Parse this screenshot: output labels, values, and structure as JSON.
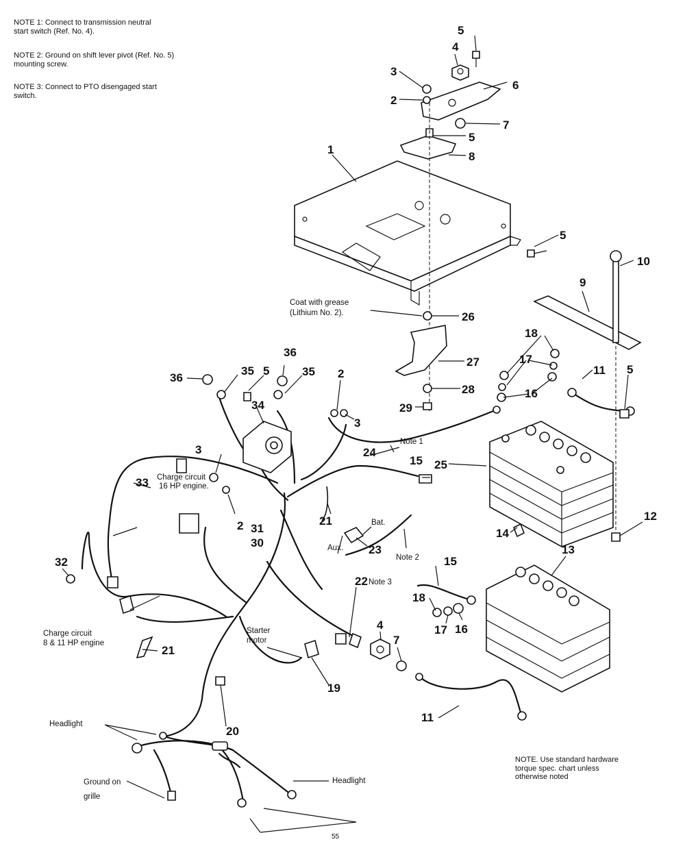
{
  "notes": {
    "note1": "NOTE 1: Connect to transmission neutral\nstart switch (Ref. No. 4).",
    "note2": "NOTE 2: Ground on shift lever pivot (Ref. No. 5)\nmounting screw.",
    "note3": "NOTE 3: Connect to PTO disengaged start\nswitch.",
    "bottom": "NOTE. Use standard hardware\ntorque spec. chart unless\notherwise noted"
  },
  "labels": {
    "grease": "Coat with grease\n(Lithium No. 2).",
    "charge16": "Charge circuit\n16 HP engine.",
    "charge811": "Charge circuit\n8 & 11 HP engine",
    "starter": "Starter\nmotor",
    "headlight_left": "Headlight",
    "headlight_right": "Headlight",
    "ground": "Ground on\ngrille",
    "bat": "Bat.",
    "aux": "Aux.",
    "note1": "Note 1",
    "note2": "Note 2",
    "note3": "Note 3"
  },
  "callouts": [
    "1",
    "2",
    "3",
    "4",
    "5",
    "6",
    "7",
    "5",
    "8",
    "5",
    "10",
    "9",
    "26",
    "27",
    "28",
    "29",
    "18",
    "17",
    "16",
    "11",
    "5",
    "36",
    "35",
    "5",
    "36",
    "35",
    "34",
    "2",
    "3",
    "24",
    "15",
    "25",
    "3",
    "2",
    "33",
    "21",
    "23",
    "31",
    "30",
    "32",
    "12",
    "14",
    "13",
    "22",
    "15",
    "18",
    "17",
    "16",
    "4",
    "7",
    "21",
    "19",
    "20",
    "11"
  ],
  "page_number": "55"
}
